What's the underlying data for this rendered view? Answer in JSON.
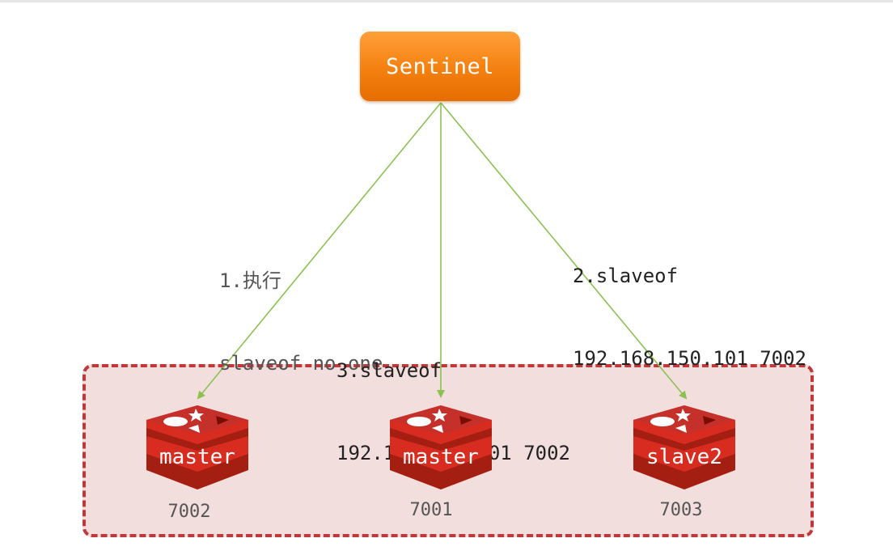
{
  "sentinel": {
    "label": "Sentinel"
  },
  "labels": {
    "step1_line1": "1.执行",
    "step1_line2": "slaveof no one",
    "step2_line1": "2.slaveof",
    "step2_line2": "192.168.150.101 7002",
    "step3_line1": "3.slaveof",
    "step3_line2": "192.168.150.101 7002"
  },
  "nodes": [
    {
      "role": "master",
      "port": "7002"
    },
    {
      "role": "master",
      "port": "7001"
    },
    {
      "role": "slave2",
      "port": "7003"
    }
  ],
  "colors": {
    "sentinel": "#f4800f",
    "arrow": "#8cc152",
    "cluster_border": "#c0393a",
    "cluster_fill": "#f3dede",
    "redis_red": "#c6302b"
  },
  "icons": {
    "node_icon": "redis-logo-icon"
  }
}
